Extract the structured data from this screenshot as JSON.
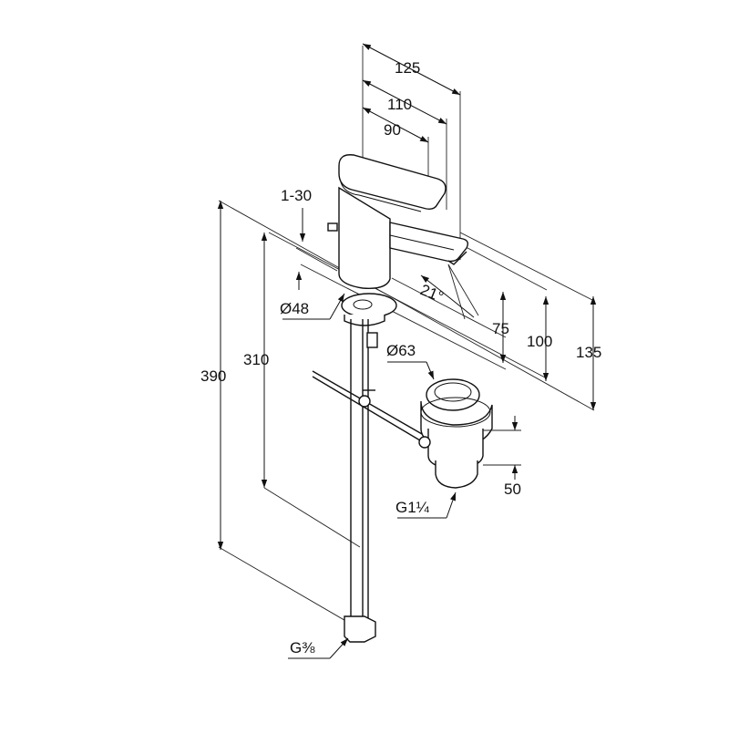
{
  "dimensions": {
    "d125": "125",
    "d110": "110",
    "d90": "90",
    "d1_30": "1-30",
    "angle": "21°",
    "d48": "Ø48",
    "d75": "75",
    "d100": "100",
    "d135": "135",
    "d63": "Ø63",
    "d390": "390",
    "d310": "310",
    "d50": "50",
    "g114": "G1¼",
    "g38": "G⅜"
  },
  "colors": {
    "line": "#111111",
    "background": "#ffffff"
  }
}
